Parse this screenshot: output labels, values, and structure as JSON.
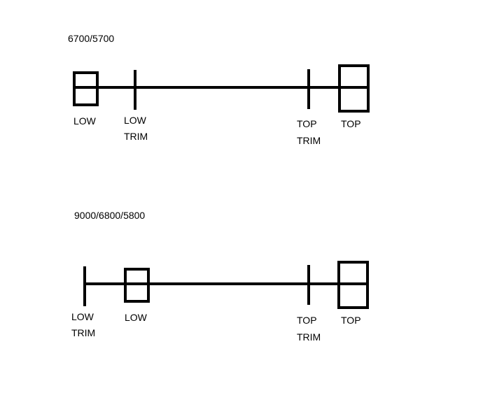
{
  "diagrams": [
    {
      "title": "6700/5700",
      "labels": {
        "low": "LOW",
        "low_trim_1": "LOW",
        "low_trim_2": "TRIM",
        "top_trim_1": "TOP",
        "top_trim_2": "TRIM",
        "top": "TOP"
      }
    },
    {
      "title": "9000/6800/5800",
      "labels": {
        "low_trim_1": "LOW",
        "low_trim_2": "TRIM",
        "low": "LOW",
        "top_trim_1": "TOP",
        "top_trim_2": "TRIM",
        "top": "TOP"
      }
    }
  ],
  "colors": {
    "ink": "#000000",
    "background": "#ffffff"
  }
}
